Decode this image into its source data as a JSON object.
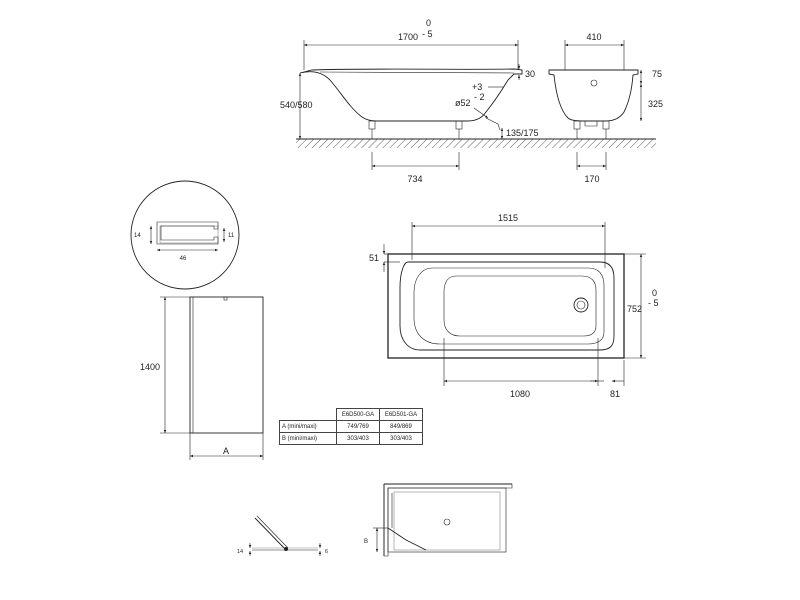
{
  "side_view": {
    "length": "1700",
    "length_tol_top": "0",
    "length_tol_bottom": "- 5",
    "rim_thickness": "30",
    "height": "540/580",
    "drain_tol_top": "+3",
    "drain_tol_bottom": "- 2",
    "drain_diameter": "ø52",
    "drain_height": "135/175",
    "feet_spacing": "734"
  },
  "end_view": {
    "width": "410",
    "rim_height": "75",
    "depth": "325",
    "feet_spacing": "170"
  },
  "plan_view": {
    "length": "1515",
    "rim_offset": "51",
    "width": "752",
    "width_tol_top": "0",
    "width_tol_bottom": "- 5",
    "inner_length": "1080",
    "drain_offset": "81"
  },
  "profile_detail": {
    "height_left": "14",
    "height_right": "11",
    "width": "46"
  },
  "screen_elevation": {
    "height": "1400",
    "width_label": "A"
  },
  "spec_table": {
    "headers": [
      "E6D500-GA",
      "E6D501-GA"
    ],
    "rows": [
      {
        "label": "A (mini/maxi)",
        "values": [
          "749/769",
          "849/869"
        ]
      },
      {
        "label": "B (mini/maxi)",
        "values": [
          "303/403",
          "303/403"
        ]
      }
    ]
  },
  "hinge_detail": {
    "left_dim": "14",
    "right_dim": "6"
  },
  "installation_plan": {
    "dim_label": "B"
  }
}
